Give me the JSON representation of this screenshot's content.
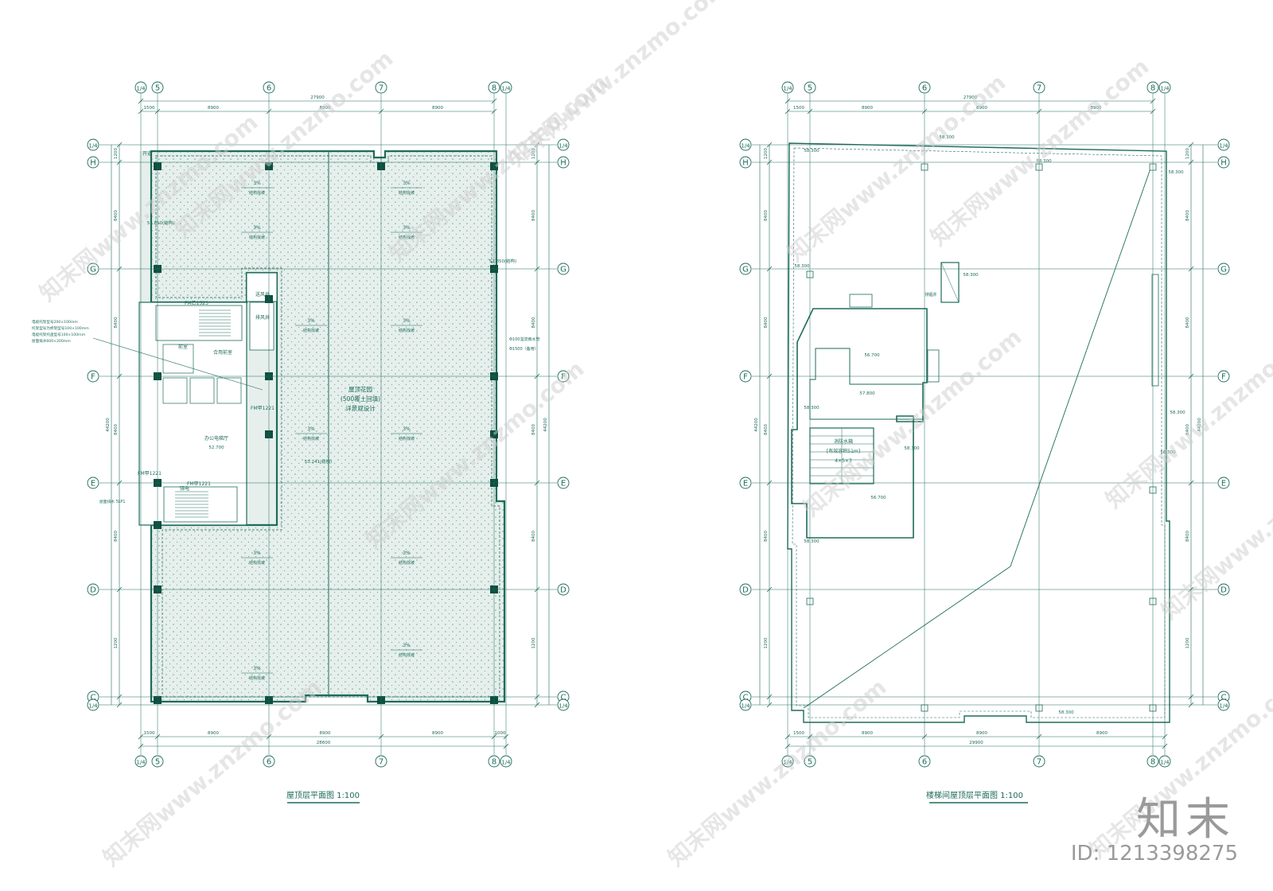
{
  "plans": [
    {
      "title": "屋顶层平面图 1:100",
      "col_axes": [
        "1/4",
        "5",
        "6",
        "7",
        "8",
        "1/4"
      ],
      "row_axes": [
        "1/4",
        "H",
        "G",
        "F",
        "E",
        "D",
        "C",
        "1/4"
      ],
      "top_dims": [
        "1500",
        "8900",
        "8900",
        "8900"
      ],
      "top_total": "27900",
      "bottom_dims": [
        "1500",
        "8900",
        "8900",
        "8900",
        "1000"
      ],
      "bottom_total": "28600",
      "side_dims": [
        "1200",
        "8400",
        "8400",
        "8400",
        "8400",
        "1200"
      ],
      "side_total": "44200",
      "slope_label": "3%",
      "slope_note": "结构找坡",
      "garden_lines": [
        "屋顶花园",
        "(500覆土回填)",
        "详景观设计"
      ],
      "rooms": [
        "办公电梯厅",
        "合用前室",
        "前室",
        "FM甲1221",
        "FM甲1221",
        "FM甲1221",
        "FM乙1523",
        "送风井",
        "排风井",
        "强电",
        "开道"
      ],
      "elevations": [
        "52.700",
        "53.241(结构)",
        "51.850(结构)",
        "52.850(结构)"
      ],
      "notes": [
        "电缆托架型号200×100mm",
        "托架型号为桥架型号100×100mm",
        "电缆托架托盘型号100×100mm",
        "屋面排水600×200mm"
      ],
      "pipe_note": "Φ100溢流雨水管",
      "pipe_note2": "Φ1500（备用）",
      "left_note": "屋面排水 5LP1"
    },
    {
      "title": "楼梯间屋顶层平面图 1:100",
      "col_axes": [
        "1/4",
        "5",
        "6",
        "7",
        "8",
        "1/4"
      ],
      "row_axes": [
        "1/4",
        "H",
        "G",
        "F",
        "E",
        "D",
        "C",
        "1/4"
      ],
      "top_dims": [
        "1500",
        "8900",
        "8900",
        "8900"
      ],
      "top_total": "27900",
      "bottom_dims": [
        "1500",
        "8900",
        "8900",
        "8900"
      ],
      "bottom_total": "29900",
      "side_dims": [
        "1200",
        "8400",
        "8400",
        "8400",
        "8400",
        "1200"
      ],
      "side_total": "44200",
      "elevations": [
        "58.300",
        "56.700",
        "57.800"
      ],
      "tank_lines": [
        "消防水箱",
        "[有效容积51m]",
        "4×5×3"
      ],
      "vent_label": "排烟井"
    }
  ],
  "watermark": "知末网www.znzmo.com",
  "brand": "知末",
  "image_id": "ID: 1213398275",
  "colors": {
    "line": "#1e6b5a",
    "hatch": "#e6efec",
    "column": "#0e4f40",
    "watermark": "#cfcfcf"
  }
}
